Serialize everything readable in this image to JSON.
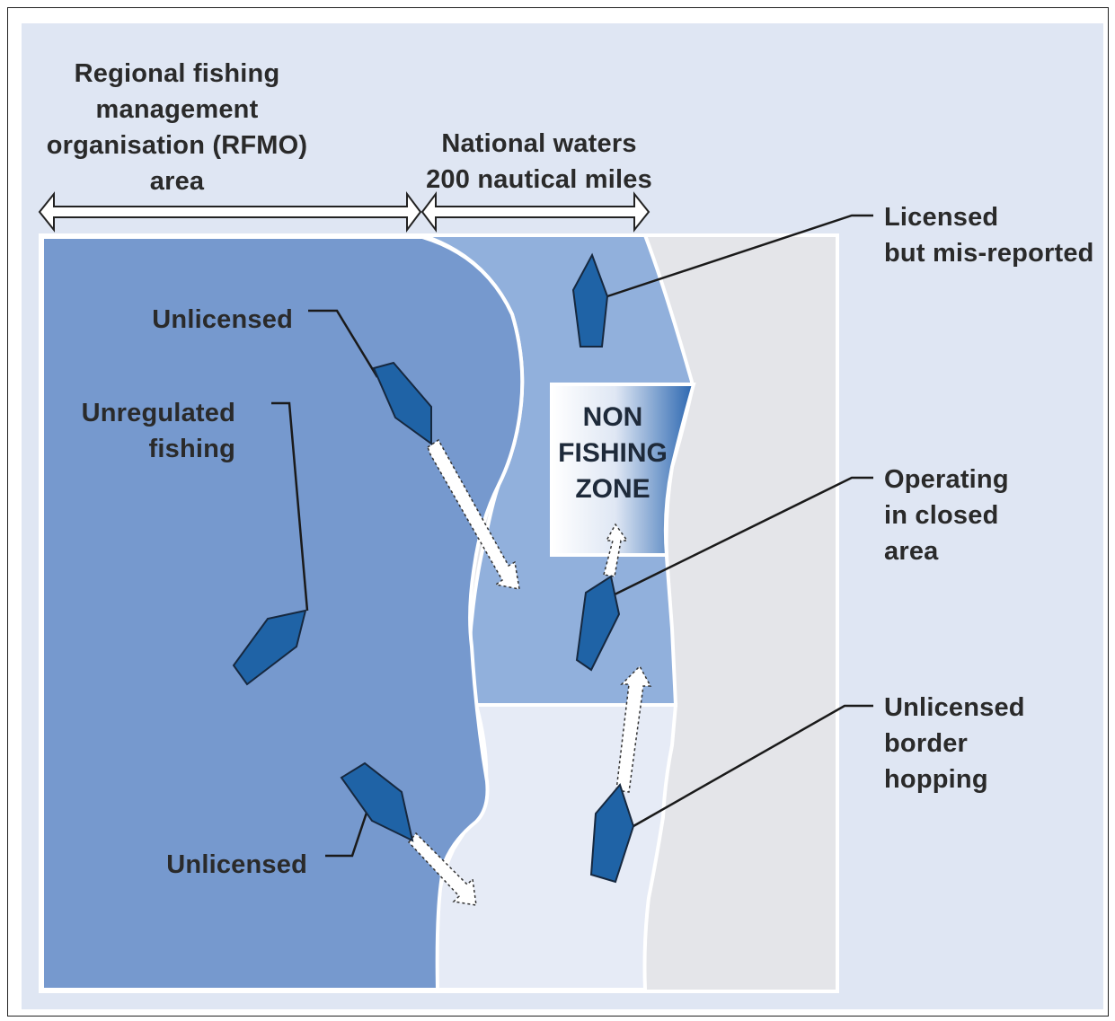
{
  "labels": {
    "rfmo": "Regional fishing\nmanagement\norganisation (RFMO)\narea",
    "national": "National waters\n200 nautical miles",
    "licensed_misreported": "Licensed\nbut mis-reported",
    "unlicensed_top": "Unlicensed",
    "unregulated": "Unregulated\nfishing",
    "non_fishing_zone": "NON\nFISHING\nZONE",
    "operating_closed": "Operating\nin closed\narea",
    "unlicensed_border": "Unlicensed\nborder\nhopping",
    "unlicensed_bottom": "Unlicensed"
  },
  "colors": {
    "panel_bg": "#dfe6f3",
    "rfmo_area": "#7699ce",
    "national_area": "#91b0dc",
    "lower_strip": "#e6ebf6",
    "land": "#e4e5e9",
    "boat": "#1f63a6",
    "boat_outline": "#16283f",
    "gradient_dark": "#2a66b0"
  },
  "icons": {
    "boat": "fishing-vessel-icon",
    "arrow": "dotted-movement-arrow"
  }
}
